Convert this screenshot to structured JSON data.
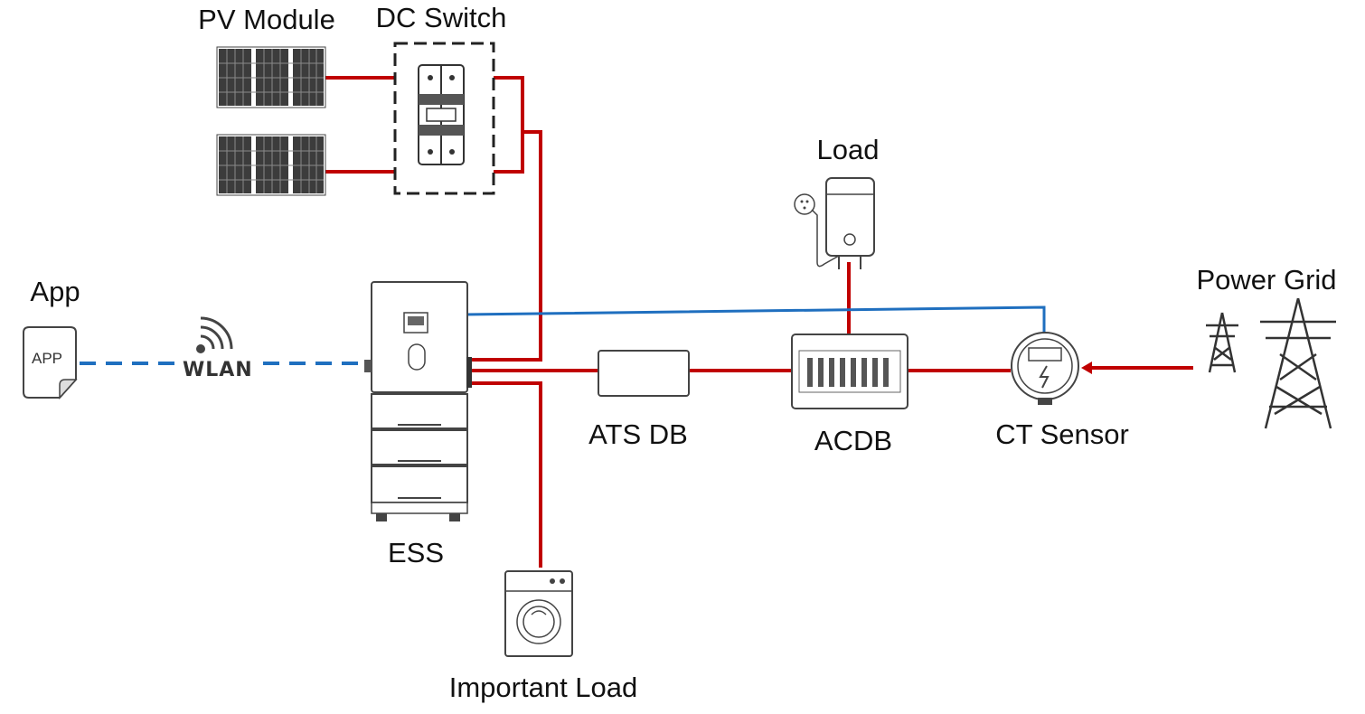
{
  "labels": {
    "pv_module": "PV Module",
    "dc_switch": "DC Switch",
    "load": "Load",
    "app": "App",
    "power_grid": "Power Grid",
    "wlan": "WLAN",
    "app_icon": "APP",
    "ats_db": "ATS DB",
    "acdb": "ACDB",
    "ct_sensor": "CT Sensor",
    "ess": "ESS",
    "important_load": "Important Load"
  },
  "colors": {
    "power_line": "#c00000",
    "signal_line": "#1f6fbf",
    "device_outline": "#444444"
  }
}
